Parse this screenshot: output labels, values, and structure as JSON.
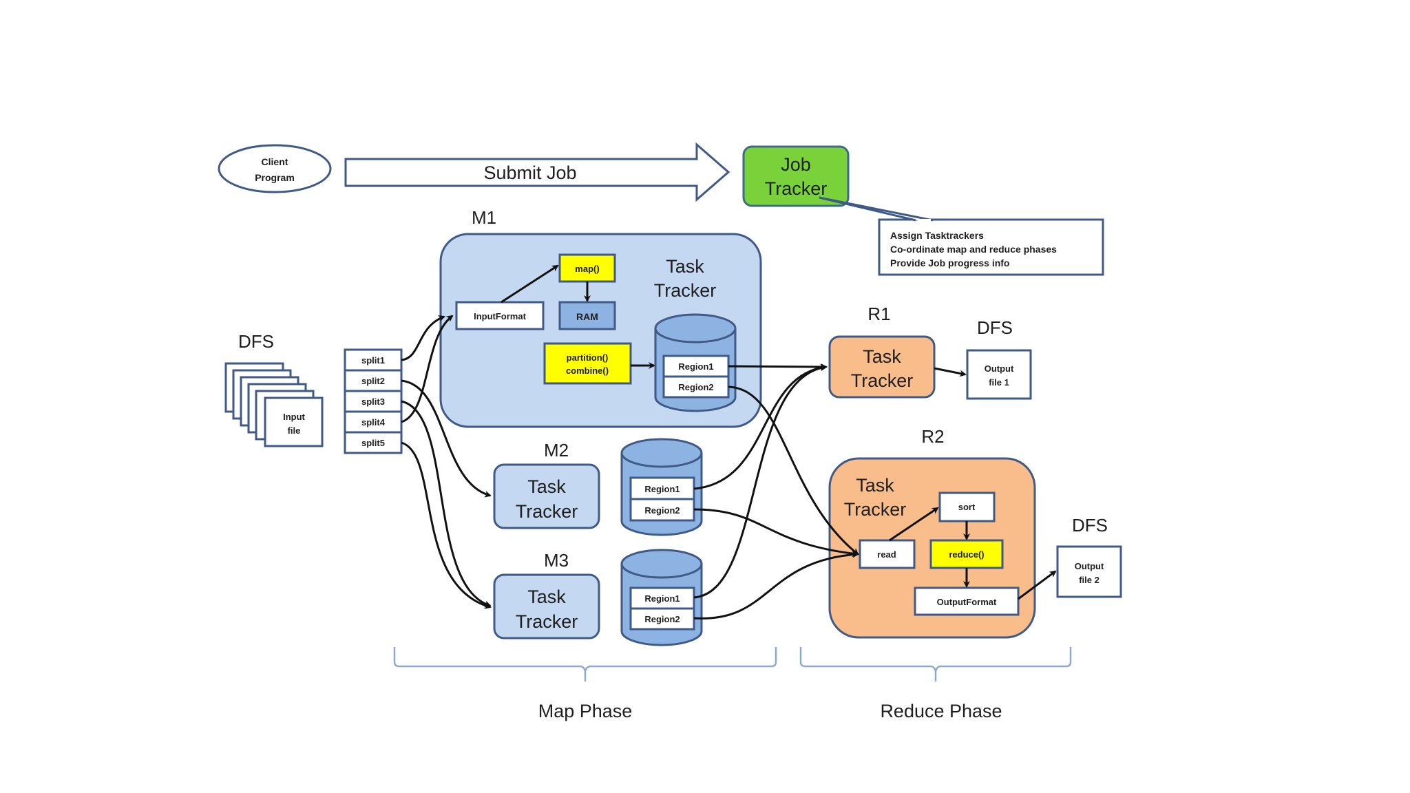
{
  "client": {
    "line1": "Client",
    "line2": "Program"
  },
  "submit_job": {
    "label": "Submit Job"
  },
  "job_tracker": {
    "line1": "Job",
    "line2": "Tracker"
  },
  "job_tracker_note": {
    "lines": [
      "Assign Tasktrackers",
      "Co-ordinate map and reduce phases",
      "Provide Job progress info"
    ]
  },
  "dfs_input": {
    "title": "DFS",
    "file_line1": "Input",
    "file_line2": "file",
    "splits": [
      "split1",
      "split2",
      "split3",
      "split4",
      "split5"
    ]
  },
  "m1": {
    "title": "M1",
    "tt_line1": "Task",
    "tt_line2": "Tracker",
    "input_format": "InputFormat",
    "map": "map()",
    "ram": "RAM",
    "partition_line1": "partition()",
    "partition_line2": "combine()",
    "region1": "Region1",
    "region2": "Region2"
  },
  "m2": {
    "title": "M2",
    "tt_line1": "Task",
    "tt_line2": "Tracker",
    "region1": "Region1",
    "region2": "Region2"
  },
  "m3": {
    "title": "M3",
    "tt_line1": "Task",
    "tt_line2": "Tracker",
    "region1": "Region1",
    "region2": "Region2"
  },
  "r1": {
    "title": "R1",
    "tt_line1": "Task",
    "tt_line2": "Tracker",
    "dfs": "DFS",
    "out_line1": "Output",
    "out_line2": "file 1"
  },
  "r2": {
    "title": "R2",
    "tt_line1": "Task",
    "tt_line2": "Tracker",
    "read": "read",
    "sort": "sort",
    "reduce": "reduce()",
    "output_format": "OutputFormat",
    "dfs": "DFS",
    "out_line1": "Output",
    "out_line2": "file 2"
  },
  "phases": {
    "map": "Map Phase",
    "reduce": "Reduce Phase"
  },
  "colors": {
    "job_tracker": "#7ad23a",
    "map_container": "#c5d8f2",
    "map_dark": "#8db3e2",
    "reduce_container": "#f9bd8b",
    "function_box": "#ffff00",
    "border": "#3f5a86"
  }
}
